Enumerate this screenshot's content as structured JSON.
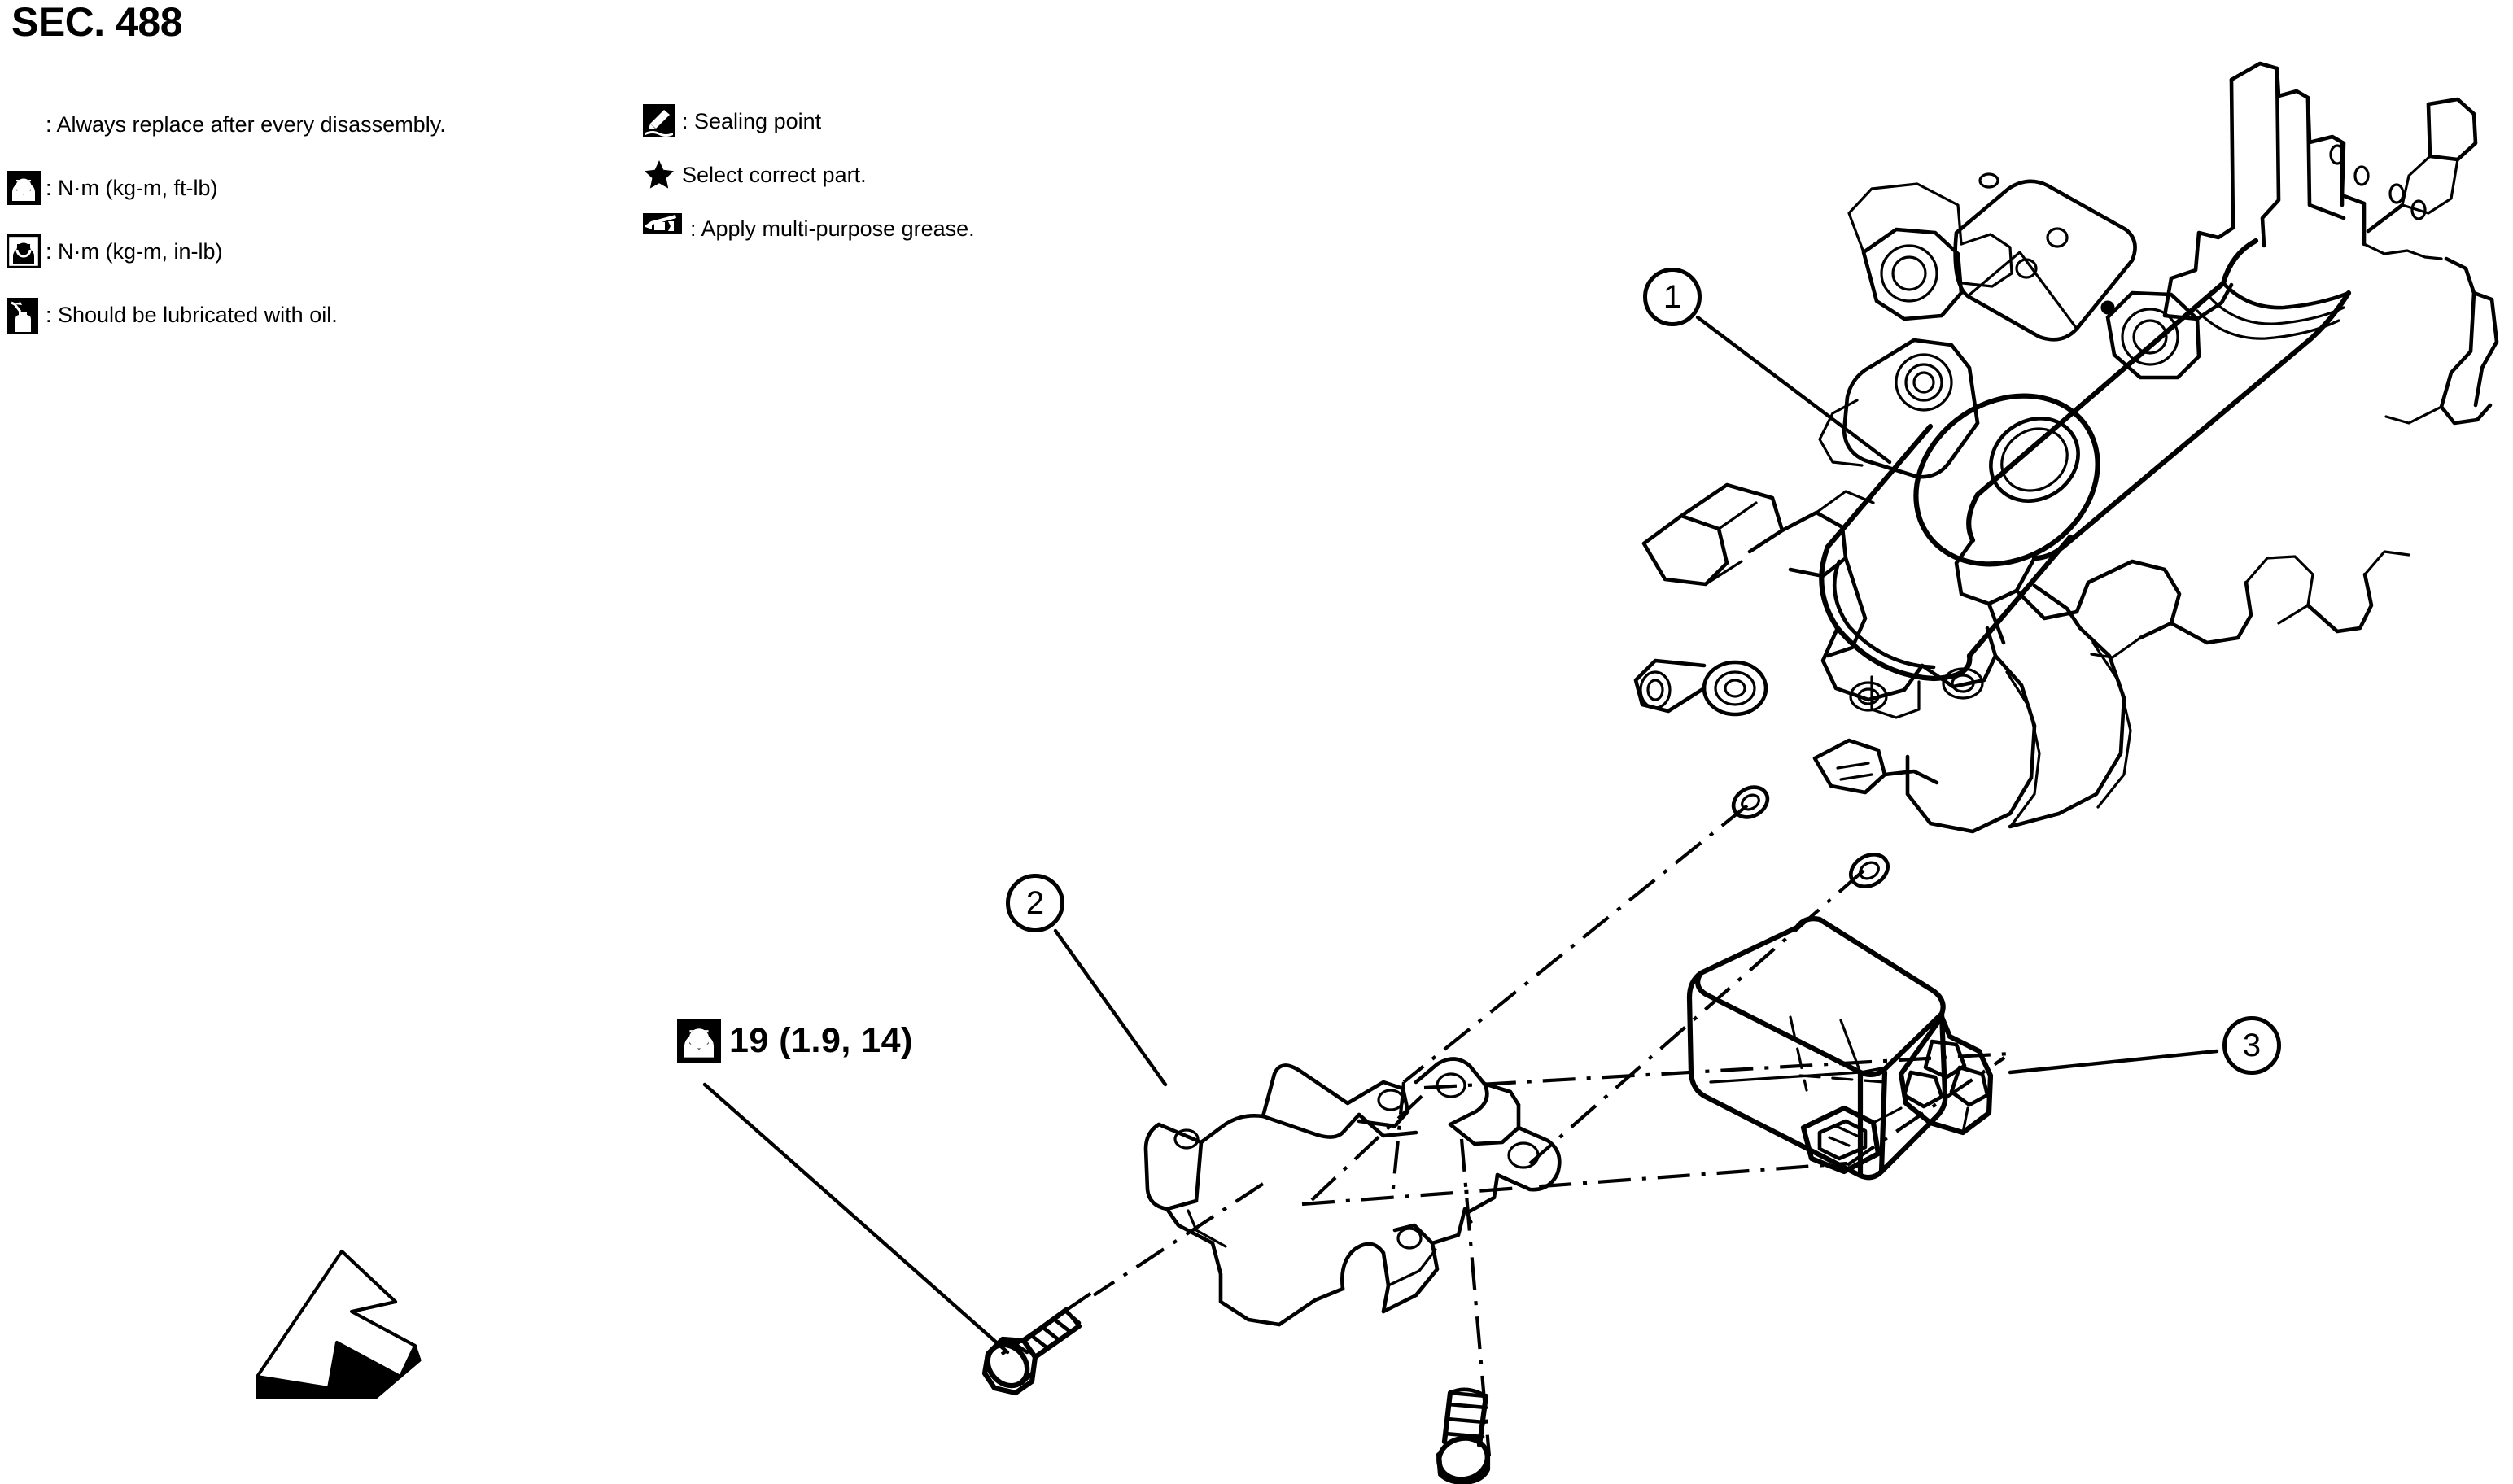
{
  "section": {
    "title": "SEC. 488"
  },
  "legend": {
    "left": [
      {
        "icon": "circle-x-icon",
        "text": ": Always replace after every disassembly."
      },
      {
        "icon": "wrench-ftlb-icon",
        "text": ": N·m (kg-m, ft-lb)"
      },
      {
        "icon": "wrench-inlb-icon",
        "text": ": N·m (kg-m, in-lb)"
      },
      {
        "icon": "oil-can-icon",
        "text": ": Should be lubricated with oil."
      }
    ],
    "right": [
      {
        "icon": "sealing-point-icon",
        "text": ": Sealing point"
      },
      {
        "icon": "star-icon",
        "text": "Select correct part."
      },
      {
        "icon": "grease-gun-icon",
        "text": ": Apply multi-purpose grease."
      }
    ]
  },
  "torque": {
    "icon": "wrench-ftlb-icon",
    "value": "19 (1.9, 14)"
  },
  "callouts": [
    {
      "number": "1",
      "part": "electric-power-steering-motor-and-column-assembly"
    },
    {
      "number": "2",
      "part": "control-unit-mounting-bracket"
    },
    {
      "number": "3",
      "part": "eps-control-unit"
    }
  ],
  "direction_arrow": {
    "name": "vehicle-front-direction-arrow",
    "points": "down-left"
  },
  "colors": {
    "line": "#000000",
    "background": "#ffffff"
  }
}
